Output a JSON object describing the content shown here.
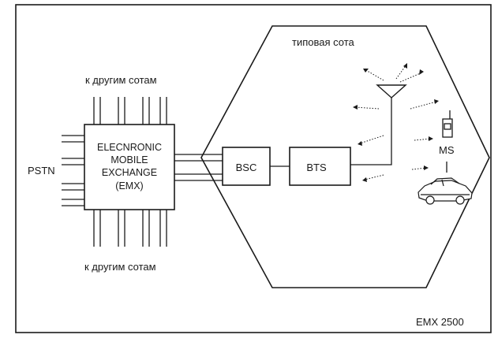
{
  "labels": {
    "cell_label": "типовая сота",
    "to_other_cells_top": "к другим сотам",
    "to_other_cells_bottom": "к другим сотам",
    "pstn": "PSTN",
    "exchange_line1": "ELECNRONIC",
    "exchange_line2": "MOBILE",
    "exchange_line3": "EXCHANGE",
    "exchange_line4": "(EMX)",
    "bsc": "BSC",
    "bts": "BTS",
    "ms": "MS",
    "figure_caption": "EMX 2500"
  },
  "icons": {
    "antenna": "antenna-icon",
    "handset": "mobile-phone-icon",
    "vehicle": "car-icon"
  },
  "colors": {
    "ink": "#1a1a1a",
    "background": "#ffffff"
  }
}
